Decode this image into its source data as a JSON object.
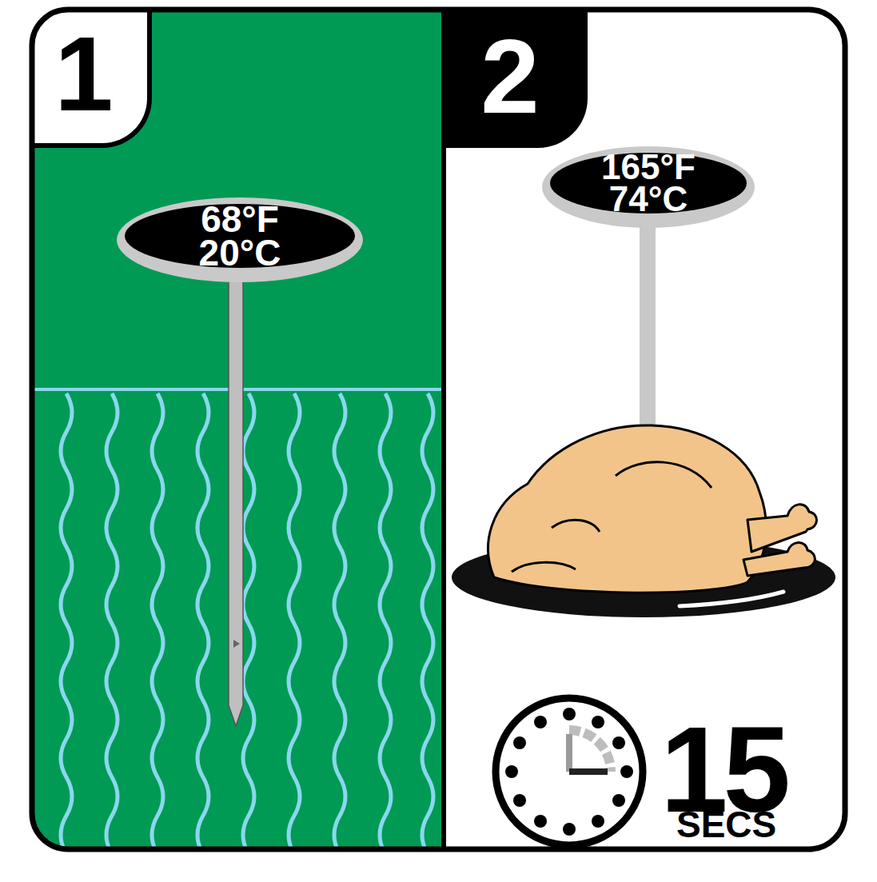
{
  "diagram": {
    "nodes": [
      {
        "text": [
          "1"
        ]
      },
      {
        "text": [
          "68°F",
          "20°C"
        ]
      },
      {
        "text": [
          "2"
        ]
      },
      {
        "text": [
          "165°F",
          "74°C"
        ]
      }
    ],
    "labels": [
      "15",
      "SECS"
    ]
  }
}
